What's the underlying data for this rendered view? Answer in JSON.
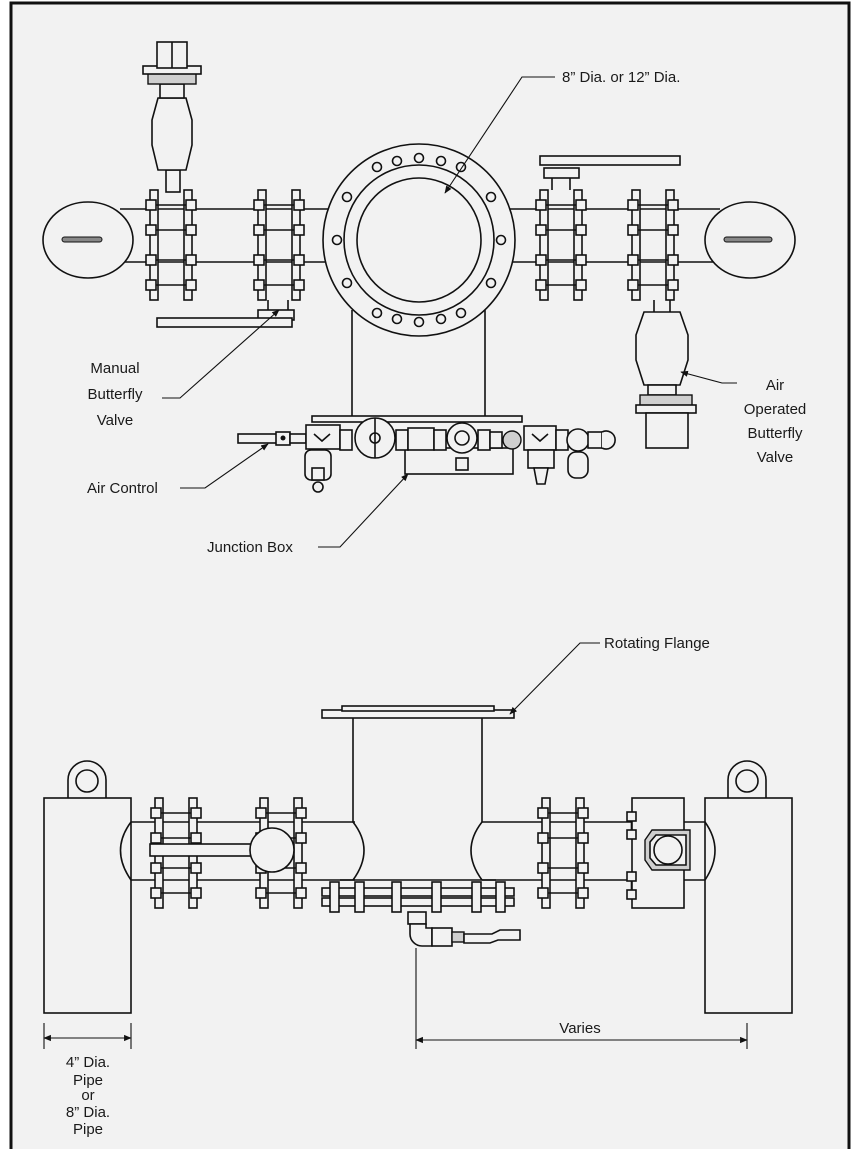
{
  "labels": {
    "dia_top": "8” Dia. or 12” Dia.",
    "manual_valve": [
      "Manual",
      "Butterfly",
      "Valve"
    ],
    "air_valve": [
      "Air",
      "Operated",
      "Butterfly",
      "Valve"
    ],
    "air_control": "Air Control",
    "junction_box": "Junction Box",
    "rotating_flange": "Rotating Flange",
    "pipe_dia": [
      "4” Dia.",
      "Pipe",
      "or",
      "8” Dia.",
      "Pipe"
    ],
    "varies": "Varies"
  },
  "colors": {
    "frame": "#111111",
    "background": "#f2f2f2",
    "line": "#111111",
    "fill_dark": "#cfcfcf"
  }
}
